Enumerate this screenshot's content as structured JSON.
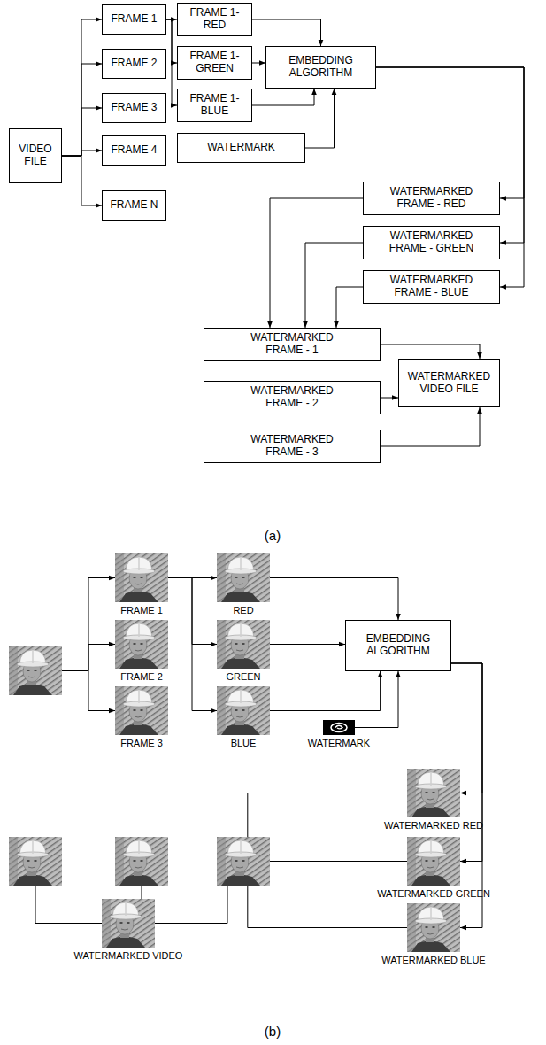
{
  "diagram": {
    "nodes": [
      {
        "text": [
          "VIDEO FILE"
        ]
      },
      {
        "text": [
          "FRAME 1"
        ]
      },
      {
        "text": [
          "FRAME 2"
        ]
      },
      {
        "text": [
          "FRAME 3"
        ]
      },
      {
        "text": [
          "FRAME 4"
        ]
      },
      {
        "text": [
          "FRAME N"
        ]
      },
      {
        "text": [
          "FRAME 1-RED"
        ]
      },
      {
        "text": [
          "FRAME 1-GREEN"
        ]
      },
      {
        "text": [
          "FRAME 1-BLUE"
        ]
      },
      {
        "text": [
          "EMBEDDING ALGORITHM"
        ]
      },
      {
        "text": [
          "WATERMARK"
        ]
      },
      {
        "text": [
          "WATERMARKED FRAME - RED"
        ]
      },
      {
        "text": [
          "WATERMARKED FRAME - GREEN"
        ]
      },
      {
        "text": [
          "WATERMARKED FRAME - BLUE"
        ]
      },
      {
        "text": [
          "WATERMARKED FRAME - 1"
        ]
      },
      {
        "text": [
          "WATERMARKED FRAME - 2"
        ]
      },
      {
        "text": [
          "WATERMARKED VIDEO FILE"
        ]
      },
      {
        "text": [
          "WATERMARKED FRAME - 3"
        ]
      },
      {
        "text": []
      },
      {
        "text": [
          "FRAME 1"
        ]
      },
      {
        "text": [
          "FRAME 2"
        ]
      },
      {
        "text": [
          "FRAME 3"
        ]
      },
      {
        "text": [
          "RED"
        ]
      },
      {
        "text": [
          "GREEN"
        ]
      },
      {
        "text": [
          "BLUE"
        ]
      },
      {
        "text": [
          "EMBEDDING ALGORITHM"
        ]
      },
      {
        "text": [
          "WATERMARK"
        ]
      },
      {
        "text": [
          "WATERMARKED RED"
        ]
      },
      {
        "text": [
          "WATERMARKED GREEN"
        ]
      },
      {
        "text": [
          "WATERMARKED BLUE"
        ]
      },
      {
        "text": []
      },
      {
        "text": []
      },
      {
        "text": []
      },
      {
        "text": [
          "WATERMARKED VIDEO"
        ]
      }
    ],
    "edges": [
      {
        "from": 0,
        "to": 1,
        "arrow": "to"
      },
      {
        "from": 0,
        "to": 2,
        "arrow": "to"
      },
      {
        "from": 0,
        "to": 3,
        "arrow": "to"
      },
      {
        "from": 0,
        "to": 4,
        "arrow": "to"
      },
      {
        "from": 0,
        "to": 5,
        "arrow": "to"
      },
      {
        "from": 1,
        "to": 6,
        "arrow": "to"
      },
      {
        "from": 1,
        "to": 7,
        "arrow": "to"
      },
      {
        "from": 1,
        "to": 8,
        "arrow": "to"
      },
      {
        "from": 6,
        "to": 9,
        "arrow": "to"
      },
      {
        "from": 7,
        "to": 9,
        "arrow": "to"
      },
      {
        "from": 8,
        "to": 9,
        "arrow": "to"
      },
      {
        "from": 10,
        "to": 9,
        "arrow": "to"
      },
      {
        "from": 9,
        "to": 11,
        "arrow": "to"
      },
      {
        "from": 9,
        "to": 12,
        "arrow": "to"
      },
      {
        "from": 9,
        "to": 13,
        "arrow": "to"
      },
      {
        "from": 11,
        "to": 14,
        "arrow": "to"
      },
      {
        "from": 12,
        "to": 14,
        "arrow": "to"
      },
      {
        "from": 13,
        "to": 14,
        "arrow": "to"
      },
      {
        "from": 14,
        "to": 16,
        "arrow": "to"
      },
      {
        "from": 15,
        "to": 16,
        "arrow": "to"
      },
      {
        "from": 17,
        "to": 16,
        "arrow": "to"
      },
      {
        "from": 18,
        "to": 19,
        "arrow": "to"
      },
      {
        "from": 18,
        "to": 20,
        "arrow": "to"
      },
      {
        "from": 18,
        "to": 21,
        "arrow": "to"
      },
      {
        "from": 19,
        "to": 22,
        "arrow": "to"
      },
      {
        "from": 19,
        "to": 23,
        "arrow": "to"
      },
      {
        "from": 19,
        "to": 24,
        "arrow": "to"
      },
      {
        "from": 22,
        "to": 25,
        "arrow": "to"
      },
      {
        "from": 23,
        "to": 25,
        "arrow": "to"
      },
      {
        "from": 24,
        "to": 25,
        "arrow": "to"
      },
      {
        "from": 26,
        "to": 25,
        "arrow": "to"
      },
      {
        "from": 25,
        "to": 27,
        "arrow": "to"
      },
      {
        "from": 25,
        "to": 28,
        "arrow": "to"
      },
      {
        "from": 25,
        "to": 29,
        "arrow": "to"
      },
      {
        "from": 27,
        "to": 32,
        "arrow": "none"
      },
      {
        "from": 28,
        "to": 32,
        "arrow": "none"
      },
      {
        "from": 29,
        "to": 32,
        "arrow": "none"
      },
      {
        "from": 30,
        "to": 33,
        "arrow": "none"
      },
      {
        "from": 31,
        "to": 33,
        "arrow": "none"
      },
      {
        "from": 32,
        "to": 33,
        "arrow": "none"
      }
    ],
    "labels": [
      "(a)",
      "(b)"
    ]
  }
}
